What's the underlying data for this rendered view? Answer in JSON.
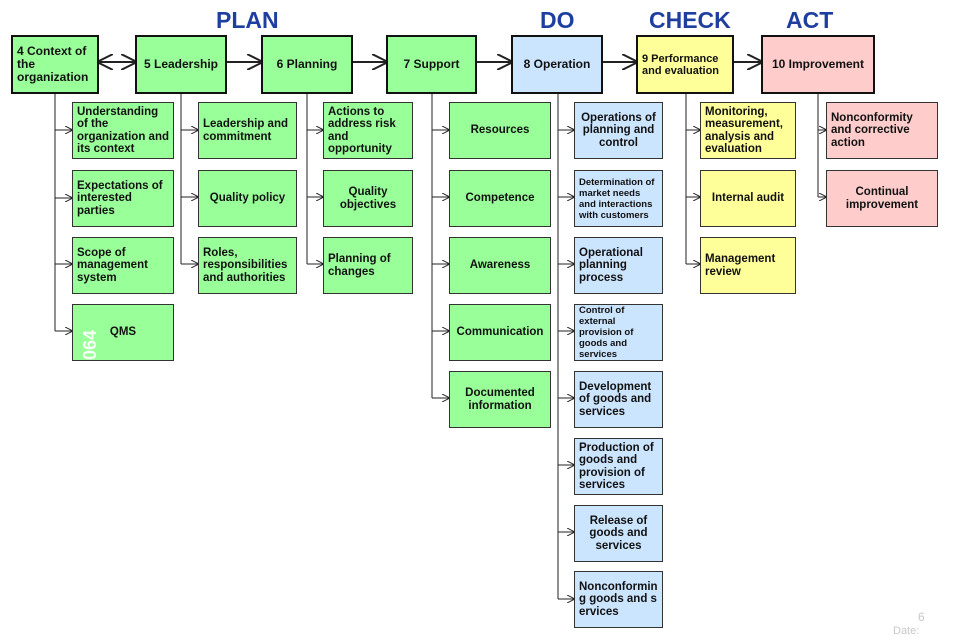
{
  "phases": {
    "plan": "PLAN",
    "do": "DO",
    "check": "CHECK",
    "act": "ACT"
  },
  "main": {
    "c4": "4 Context of the organization",
    "c5": "5 Leadership",
    "c6": "6 Planning",
    "c7": "7 Support",
    "c8": "8 Operation",
    "c9": "9 Performance and evaluation",
    "c10": "10 Improvement"
  },
  "context_items": [
    "Understanding of the organization and its context",
    "Expectations of interested parties",
    "Scope of management system",
    "QMS"
  ],
  "leadership_items": [
    "Leadership and commitment",
    "Quality policy",
    "Roles, responsibilities and authorities"
  ],
  "planning_items": [
    "Actions to address risk and opportunity",
    "Quality objectives",
    "Planning of changes"
  ],
  "support_items": [
    "Resources",
    "Competence",
    "Awareness",
    "Communication",
    "Documented information"
  ],
  "operation_items": [
    "Operations of planning and control",
    "Determination of market needs and interactions with customers",
    "Operational planning process",
    "Control of external provision of goods and services",
    "Development of goods and services",
    "Production of goods and provision of services",
    "Release of goods and services",
    "Nonconforming goods and services"
  ],
  "performance_items": [
    "Monitoring, measurement, analysis and evaluation",
    "Internal audit",
    "Management review"
  ],
  "improvement_items": [
    "Nonconformity and corrective action",
    "Continual improvement"
  ],
  "watermark": "064",
  "footer": {
    "page_number": "6",
    "date_label": "Date:"
  },
  "colors": {
    "plan": "#99ff99",
    "do": "#cce5ff",
    "check": "#ffff99",
    "act": "#ffcccc",
    "phase_title": "#1f3fa0"
  }
}
